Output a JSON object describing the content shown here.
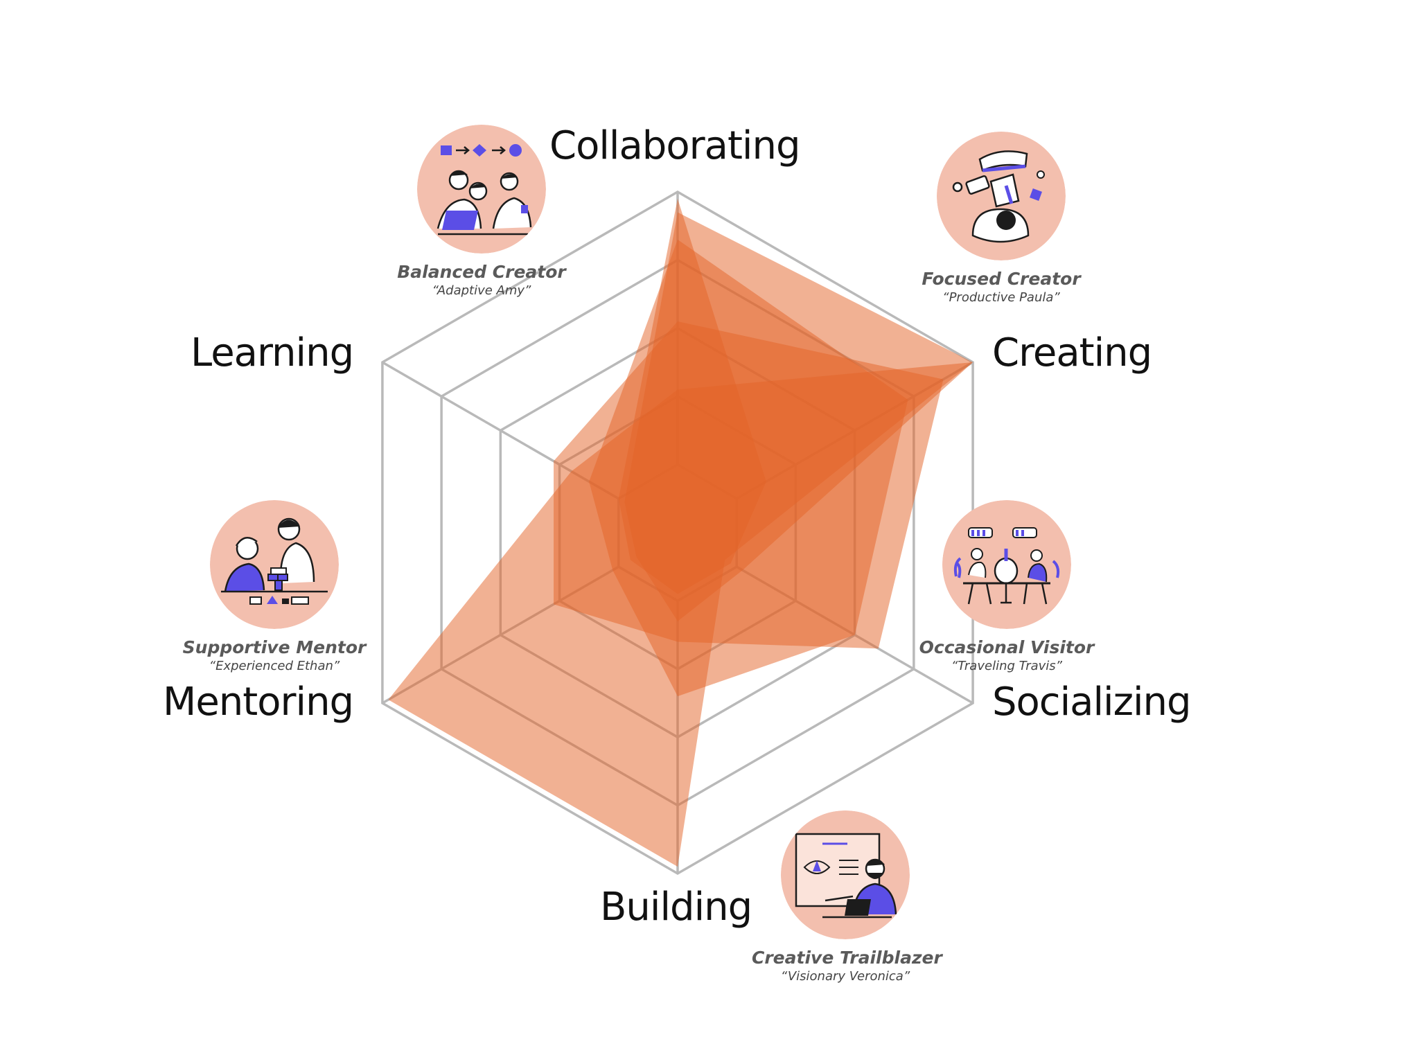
{
  "colors": {
    "grid": "#b9b9b9",
    "fill": "#e36327",
    "avatar_bg": "#f3bfae",
    "accent": "#5b4ee6",
    "ink": "#1c1c1c",
    "axis_text": "#111111"
  },
  "chart_data": {
    "type": "radar",
    "axes": [
      "Collaborating",
      "Creating",
      "Socializing",
      "Building",
      "Mentoring",
      "Learning"
    ],
    "scale": {
      "min": 0,
      "max": 5,
      "rings": 5
    },
    "grid": true,
    "series": [
      {
        "values": [
          4.9,
          1.5,
          0.9,
          0.9,
          0.8,
          1.0
        ]
      },
      {
        "values": [
          4.7,
          5.0,
          1.1,
          1.3,
          0.7,
          0.9
        ]
      },
      {
        "values": [
          3.1,
          4.5,
          3.4,
          1.6,
          2.1,
          2.1
        ]
      },
      {
        "values": [
          2.1,
          5.0,
          0.8,
          4.9,
          4.9,
          1.8
        ]
      },
      {
        "values": [
          4.3,
          3.9,
          3.0,
          2.4,
          1.1,
          1.5
        ]
      }
    ]
  },
  "personas": [
    {
      "name": "Balanced Creator",
      "alias": "“Adaptive Amy”",
      "icon": "team-collaboration-illustration"
    },
    {
      "name": "Focused Creator",
      "alias": "“Productive Paula”",
      "icon": "desk-workspace-illustration"
    },
    {
      "name": "Occasional Visitor",
      "alias": "“Traveling Travis”",
      "icon": "coworking-table-illustration"
    },
    {
      "name": "Creative Trailblazer",
      "alias": "“Visionary Veronica”",
      "icon": "presentation-laptop-illustration"
    },
    {
      "name": "Supportive Mentor",
      "alias": "“Experienced Ethan”",
      "icon": "mentoring-blocks-illustration"
    }
  ]
}
